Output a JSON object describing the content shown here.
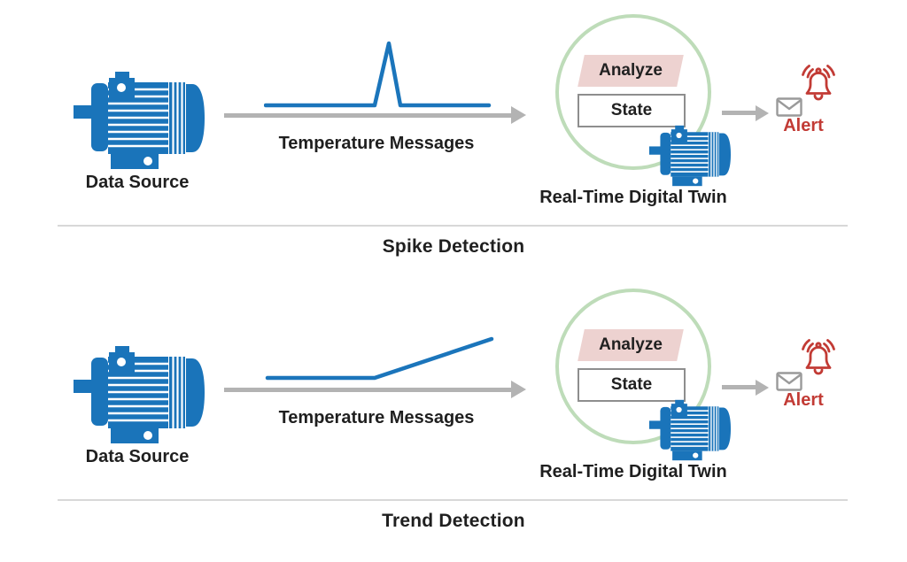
{
  "colors": {
    "motor_blue": "#1a74ba",
    "signal_blue": "#1b75bb",
    "arrow_gray": "#b3b3b3",
    "circle_green": "#bedcb9",
    "analyze_pink": "#edd2d0",
    "alert_red": "#c23b35",
    "envelope_gray": "#9a9a9a",
    "state_border_gray": "#8e8e8e",
    "divider_gray": "#d8d8d8",
    "text_dark": "#1f1f1f"
  },
  "icons": {
    "motor": "motor-icon",
    "envelope": "envelope-icon",
    "bell": "bell-alarm-icon"
  },
  "sections": [
    {
      "title": "Spike Detection",
      "signal": "spike",
      "source_label": "Data Source",
      "messages_label": "Temperature Messages",
      "twin": {
        "analyze_label": "Analyze",
        "state_label": "State",
        "caption": "Real-Time Digital Twin"
      },
      "alert_label": "Alert"
    },
    {
      "title": "Trend Detection",
      "signal": "trend",
      "source_label": "Data Source",
      "messages_label": "Temperature Messages",
      "twin": {
        "analyze_label": "Analyze",
        "state_label": "State",
        "caption": "Real-Time Digital Twin"
      },
      "alert_label": "Alert"
    }
  ]
}
